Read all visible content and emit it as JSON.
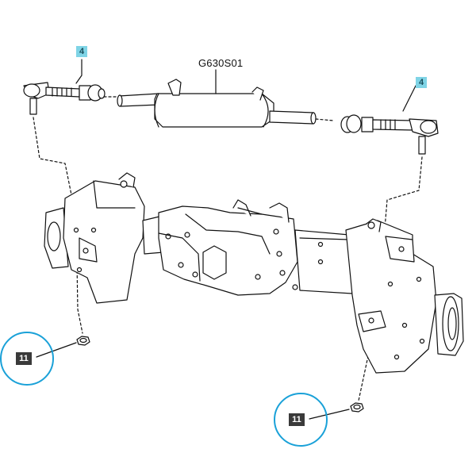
{
  "drawing_code": "G630S01",
  "callouts": {
    "tie_rod_left": "4",
    "tie_rod_right": "4",
    "nut_left": "11",
    "nut_right": "11"
  },
  "colors": {
    "line": "#111111",
    "callout_cyan": "#7fd4e6",
    "callout_dark": "#3a3a3a",
    "highlight_circle": "#1aa1d8"
  }
}
